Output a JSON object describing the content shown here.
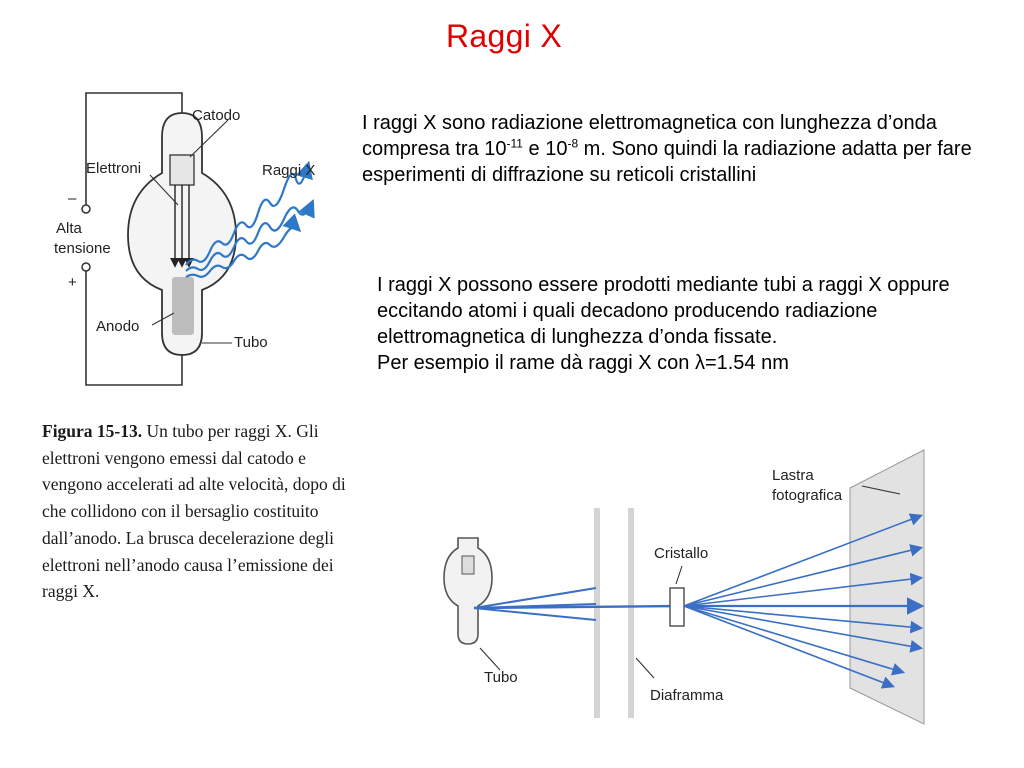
{
  "slide": {
    "title": "Raggi X",
    "para1": {
      "part1": "I raggi X sono radiazione elettromagnetica con lunghezza d’onda compresa tra 10",
      "exp1": "-11",
      "part2": " e 10",
      "exp2": "-8",
      "part3": " m. Sono quindi la radiazione adatta per fare esperimenti di diffrazione su reticoli cristallini"
    },
    "para2": {
      "line1": "I raggi X possono essere prodotti mediante tubi a raggi X oppure eccitando atomi i quali decadono producendo radiazione elettromagnetica di lunghezza d’onda fissate.",
      "line2_prefix": "Per esempio il rame dà raggi X con ",
      "lambda_symbol": "λ",
      "line2_suffix": "=1.54 nm"
    },
    "figure_tube": {
      "labels": {
        "catodo": "Catodo",
        "elettroni": "Elettroni",
        "raggi_x": "Raggi X",
        "minus": "–",
        "alta": "Alta",
        "tensione": "tensione",
        "plus": "+",
        "anodo": "Anodo",
        "tubo": "Tubo"
      },
      "caption_bold": "Figura 15-13.",
      "caption_text": " Un tubo per raggi X. Gli elettroni vengono emessi dal catodo e vengono accelerati ad alte velocità, dopo di che collidono con il bersaglio costituito dall’anodo. La brusca decelerazione degli elettroni nell’anodo causa l’emissione dei raggi X."
    },
    "figure_diffraction": {
      "labels": {
        "lastra_1": "Lastra",
        "lastra_2": "fotografica",
        "cristallo": "Cristallo",
        "tubo": "Tubo",
        "diaframma": "Diaframma"
      }
    },
    "colors": {
      "title": "#e00000",
      "beam": "#3a6fc4",
      "wave": "#2e78c8"
    }
  }
}
